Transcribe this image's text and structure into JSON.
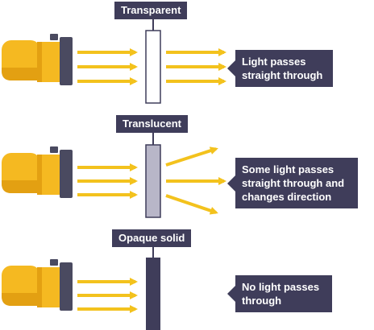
{
  "colors": {
    "torch_body": "#f5b921",
    "torch_shade": "#e3a012",
    "torch_head": "#4a4a60",
    "ray": "#f3c21d",
    "dark": "#3f3d5a",
    "translucent_fill": "#b8b6c8"
  },
  "sections": [
    {
      "material_label": "Transparent",
      "caption": "Light passes straight through"
    },
    {
      "material_label": "Translucent",
      "caption": "Some light passes straight through and changes direction"
    },
    {
      "material_label": "Opaque solid",
      "caption": "No light passes through"
    }
  ],
  "icons": [
    "torch-icon",
    "torch-icon",
    "torch-icon"
  ]
}
